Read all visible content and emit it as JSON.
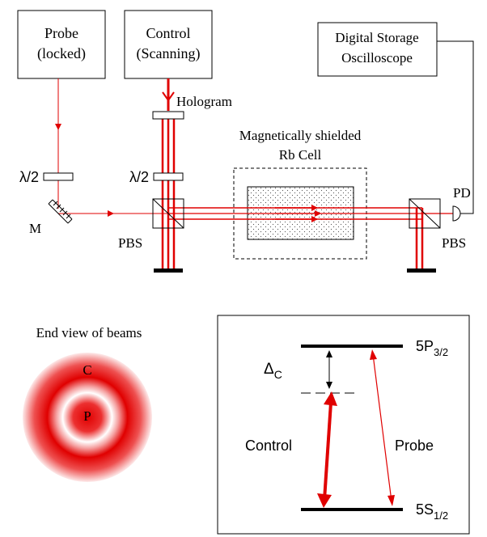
{
  "boxes": {
    "probe_line1": "Probe",
    "probe_line2": "(locked)",
    "control_line1": "Control",
    "control_line2": "(Scanning)",
    "dso_line1": "Digital Storage",
    "dso_line2": "Oscilloscope"
  },
  "labels": {
    "hologram": "Hologram",
    "cell_line1": "Magnetically shielded",
    "cell_line2": "Rb Cell",
    "halfwave_left": "λ/2",
    "halfwave_center": "λ/2",
    "mirror": "M",
    "pbs_left": "PBS",
    "pbs_right": "PBS",
    "pd": "PD"
  },
  "end_view": {
    "title": "End view of beams",
    "control_label": "C",
    "probe_label": "P"
  },
  "levels": {
    "upper_main": "5P",
    "upper_sub": "3/2",
    "lower_main": "5S",
    "lower_sub": "1/2",
    "delta_main": "Δ",
    "delta_sub": "C",
    "control_label": "Control",
    "probe_label": "Probe"
  },
  "colors": {
    "beam": "#e00000",
    "ink": "#000000",
    "background": "#ffffff"
  }
}
